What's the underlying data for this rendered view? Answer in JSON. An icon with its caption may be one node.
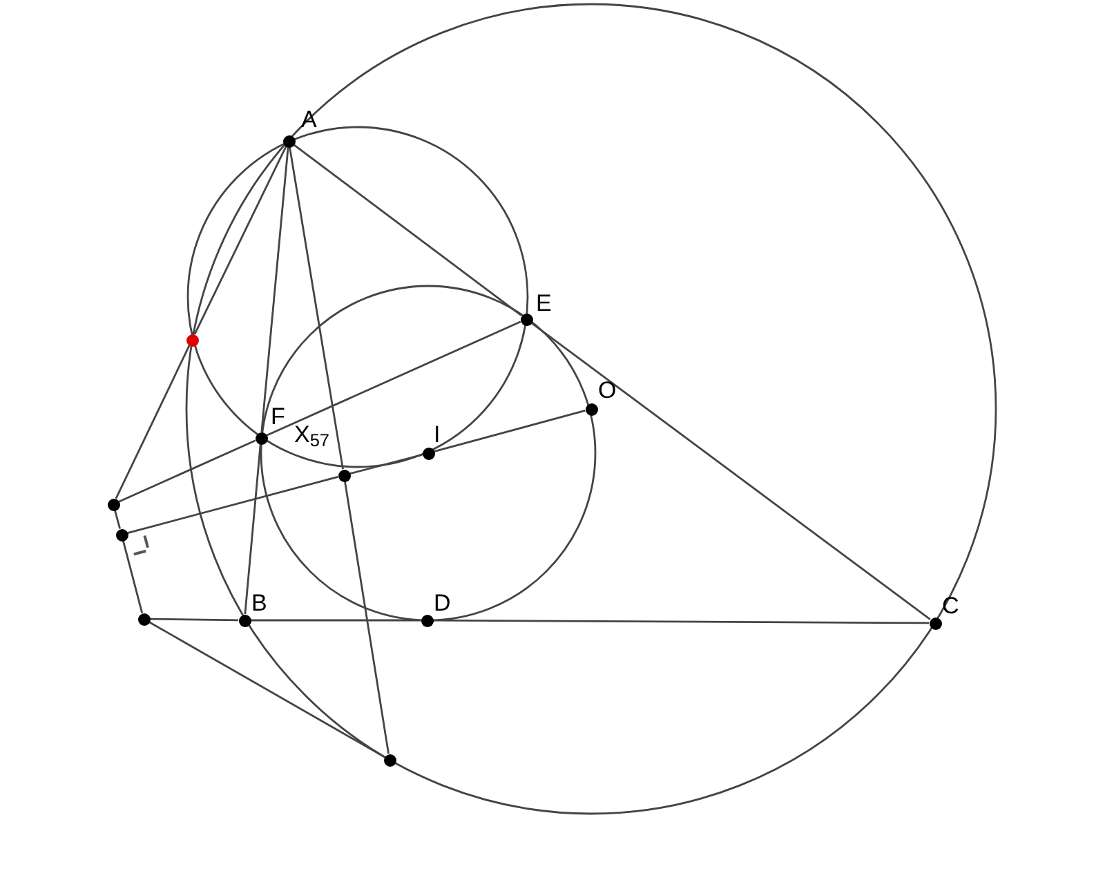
{
  "diagram": {
    "nodes": [
      {
        "text": [
          "A"
        ]
      },
      {
        "text": [
          "E"
        ]
      },
      {
        "text": [],
        "shape": "circle"
      },
      {
        "text": [
          "O"
        ]
      },
      {
        "text": [
          "F"
        ]
      },
      {
        "text": [
          "I"
        ]
      },
      {
        "text": [
          "X$_{57}$"
        ]
      },
      {
        "text": [],
        "shape": "circle"
      },
      {
        "text": [],
        "shape": "circle"
      },
      {
        "text": [
          "B"
        ]
      },
      {
        "text": [
          "D"
        ]
      },
      {
        "text": [
          "C"
        ]
      },
      {
        "text": [],
        "shape": "circle"
      },
      {
        "text": [],
        "shape": "circle"
      }
    ],
    "edges": [
      {
        "from": 0,
        "to": 1,
        "arrow": "none"
      },
      {
        "from": 1,
        "to": 11,
        "arrow": "none"
      },
      {
        "from": 0,
        "to": 4,
        "arrow": "none"
      },
      {
        "from": 4,
        "to": 9,
        "arrow": "none"
      },
      {
        "from": 0,
        "to": 6,
        "arrow": "none"
      },
      {
        "from": 6,
        "to": 13,
        "arrow": "none"
      },
      {
        "from": 0,
        "to": 2,
        "arrow": "none"
      },
      {
        "from": 2,
        "to": 7,
        "arrow": "none"
      },
      {
        "from": 7,
        "to": 4,
        "arrow": "none"
      },
      {
        "from": 4,
        "to": 1,
        "arrow": "none"
      },
      {
        "from": 8,
        "to": 6,
        "arrow": "none"
      },
      {
        "from": 6,
        "to": 5,
        "arrow": "none"
      },
      {
        "from": 5,
        "to": 3,
        "arrow": "none"
      },
      {
        "from": 7,
        "to": 8,
        "arrow": "none"
      },
      {
        "from": 8,
        "to": 12,
        "arrow": "none"
      },
      {
        "from": 12,
        "to": 9,
        "arrow": "none"
      },
      {
        "from": 9,
        "to": 10,
        "arrow": "none"
      },
      {
        "from": 10,
        "to": 11,
        "arrow": "none"
      },
      {
        "from": 12,
        "to": 13,
        "arrow": "none"
      }
    ]
  }
}
